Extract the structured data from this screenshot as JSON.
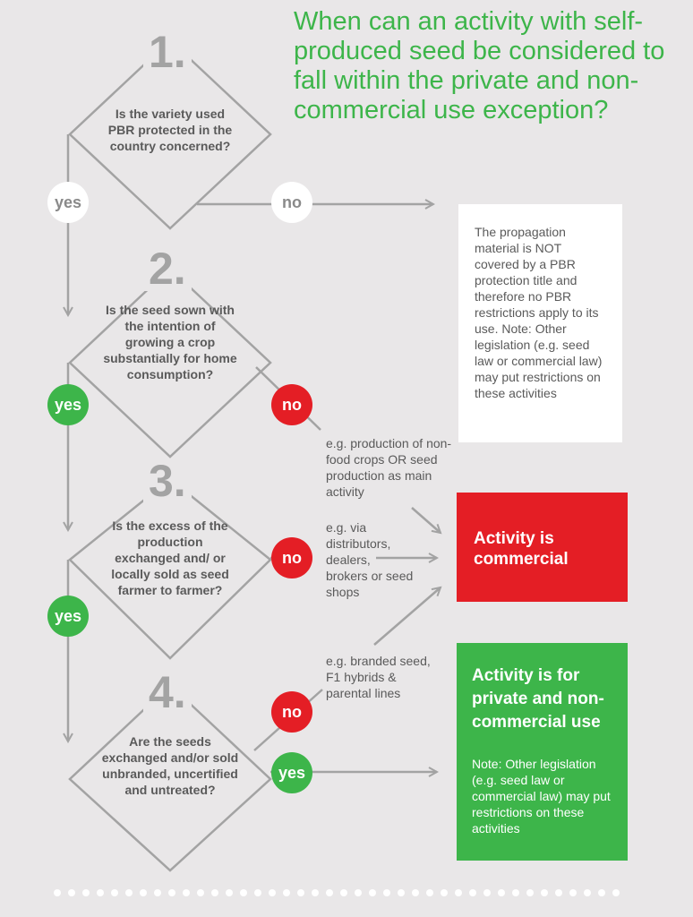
{
  "title": "When can an activity with self-produced seed be considered to fall within the private and non-commercial use exception?",
  "steps": [
    {
      "number": "1.",
      "question": "Is the variety used PBR protected in the country concerned?"
    },
    {
      "number": "2.",
      "question": "Is the seed sown with the intention of growing a crop substantially for home consumption?"
    },
    {
      "number": "3.",
      "question": "Is the excess of the production exchanged and/ or locally sold as seed farmer to farmer?"
    },
    {
      "number": "4.",
      "question": "Are the seeds exchanged and/or sold unbranded, uncertified and untreated?"
    }
  ],
  "answers": {
    "yes": "yes",
    "no": "no"
  },
  "notes": {
    "step2_no": "e.g. production of non-food crops OR seed production as main activity",
    "step3_no": "e.g. via distributors, dealers, brokers or seed shops",
    "step4_no": "e.g. branded seed, F1 hybrids & parental lines"
  },
  "outcomes": {
    "not_covered": "The propagation material is NOT covered by a PBR protection title and therefore no PBR restrictions apply to its use. Note: Other legislation (e.g. seed law or commercial law) may put restrictions on these activities",
    "commercial": "Activity is commercial",
    "private_title": "Activity is for private and non-commercial use",
    "private_note": "Note: Other legislation (e.g. seed law or commercial law) may put restrictions on these activities"
  },
  "colors": {
    "green": "#3db54a",
    "red": "#e41e25",
    "grey_line": "#a3a3a3",
    "background": "#e9e7e8"
  }
}
